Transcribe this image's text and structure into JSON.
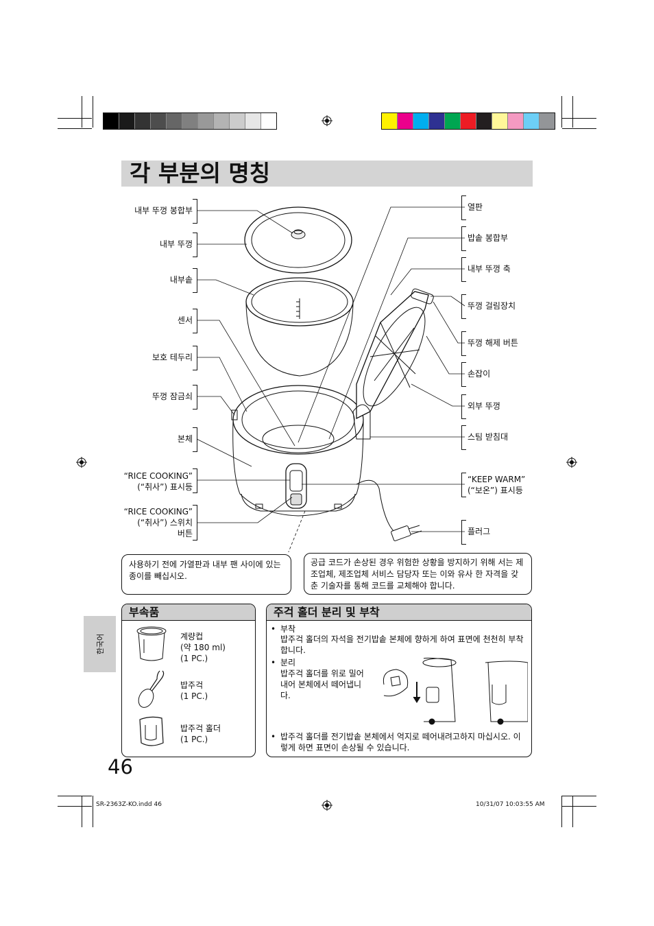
{
  "title": "각 부분의 명칭",
  "colors": {
    "gray_swatches": [
      "#000000",
      "#1a1a1a",
      "#333333",
      "#4d4d4d",
      "#666666",
      "#808080",
      "#999999",
      "#b3b3b3",
      "#cccccc",
      "#e6e6e6",
      "#ffffff"
    ],
    "color_swatches": [
      "#fff200",
      "#ec008c",
      "#00aeef",
      "#2e3192",
      "#00a651",
      "#ed1c24",
      "#231f20",
      "#fff799",
      "#f49ac2",
      "#6dcff6",
      "#939598"
    ],
    "title_bar": "#d4d4d4"
  },
  "left_labels": {
    "inner_lid_mount": "내부 뚜껑 봉합부",
    "inner_lid": "내부 뚜껑",
    "inner_pan": "내부솥",
    "sensor": "센서",
    "protective_rim": "보호 테두리",
    "lid_lock": "뚜껑 잠금쇠",
    "body": "본체",
    "rice_cooking_lamp_1": "“RICE COOKING”",
    "rice_cooking_lamp_2": "(“취사”) 표시등",
    "rice_cooking_switch_1": "“RICE COOKING”",
    "rice_cooking_switch_2": "(“취사”) 스위치",
    "rice_cooking_switch_3": "버튼"
  },
  "right_labels": {
    "heating_plate": "열판",
    "pan_mount": "밥솥 봉합부",
    "inner_lid_shaft": "내부 뚜껑 축",
    "lid_catch": "뚜껑 걸림장치",
    "lid_release_button": "뚜껑 해제 버튼",
    "handle": "손잡이",
    "outer_lid": "외부 뚜껑",
    "steam_stand": "스팀 받침대",
    "keep_warm_lamp_1": "“KEEP WARM”",
    "keep_warm_lamp_2": "(“보온”) 표시등",
    "plug": "플러그"
  },
  "notes": {
    "paper_note": "사용하기 전에 가열판과 내부 팬 사이에 있는 종이를 빼십시오.",
    "cord_note": "공급 코드가 손상된 경우 위험한 상황을 방지하기 위해 서는 제조업체, 제조업체 서비스 담당자 또는 이와 유사 한 자격을 갖춘 기술자를 통해 코드를 교체해야 합니다."
  },
  "accessories": {
    "heading": "부속품",
    "items": [
      {
        "name": "계량컵",
        "detail": "(약 180 ml)",
        "qty": "(1 PC.)",
        "icon": "measuring-cup-icon"
      },
      {
        "name": "밥주걱",
        "detail": "",
        "qty": "(1 PC.)",
        "icon": "rice-scoop-icon"
      },
      {
        "name": "밥주걱 홀더",
        "detail": "",
        "qty": "(1 PC.)",
        "icon": "scoop-holder-icon"
      }
    ]
  },
  "holder_section": {
    "heading": "주걱 홀더 분리 및 부착",
    "attach_title": "부착",
    "attach_text": "밥주걱 홀더의 자석을 전기밥솥 본체에 향하게 하여 표면에 천천히 부착합니다.",
    "detach_title": "분리",
    "detach_text": "밥주걱 홀더를 위로 밀어내어 본체에서 떼어냅니다.",
    "warning": "밥주걱 홀더를 전기밥솥 본체에서 억지로 떼어내려고하지 마십시오. 이렇게 하면 표면이 손상될 수 있습니다."
  },
  "side_tab": "한국어",
  "page_number": "46",
  "footer": {
    "file": "SR-2363Z-KO.indd   46",
    "timestamp": "10/31/07   10:03:55 AM"
  }
}
